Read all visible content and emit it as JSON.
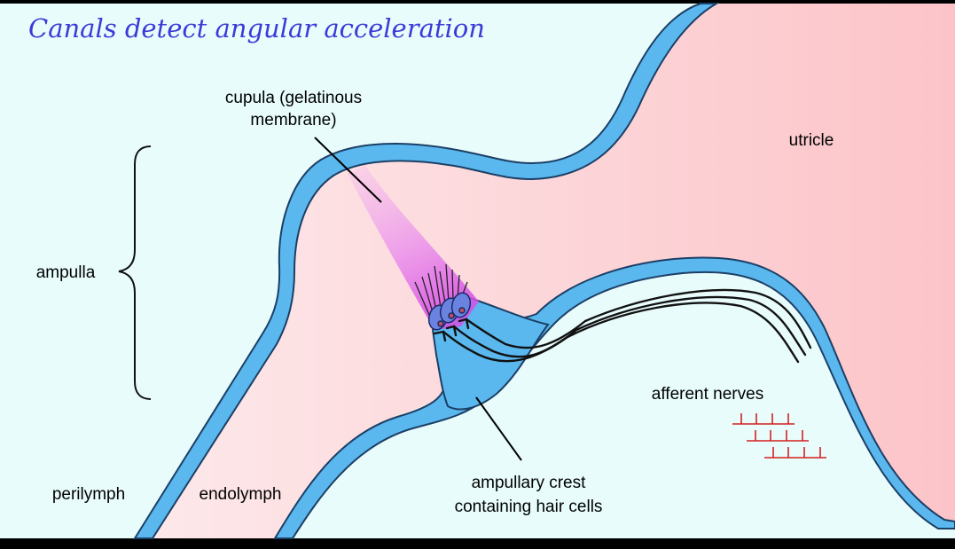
{
  "title": "Canals detect angular acceleration",
  "labels": {
    "cupula_line1": "cupula (gelatinous",
    "cupula_line2": "membrane)",
    "utricle": "utricle",
    "ampulla": "ampulla",
    "afferent_nerves": "afferent nerves",
    "crest_line1": "ampullary crest",
    "crest_line2": "containing hair cells",
    "perilymph": "perilymph",
    "endolymph": "endolymph"
  },
  "colors": {
    "background": "#e8fcfc",
    "membrane": "#5ab8ee",
    "membrane_stroke": "#1c3f66",
    "endolymph_fill": "#fde8ea",
    "utricle_fill": "#fcc8cc",
    "cupula": "#e070e8",
    "hair_cell": "#6a82e0",
    "nerve": "#111111",
    "bone_marks": "#d42020",
    "title": "#3a3ad8"
  }
}
